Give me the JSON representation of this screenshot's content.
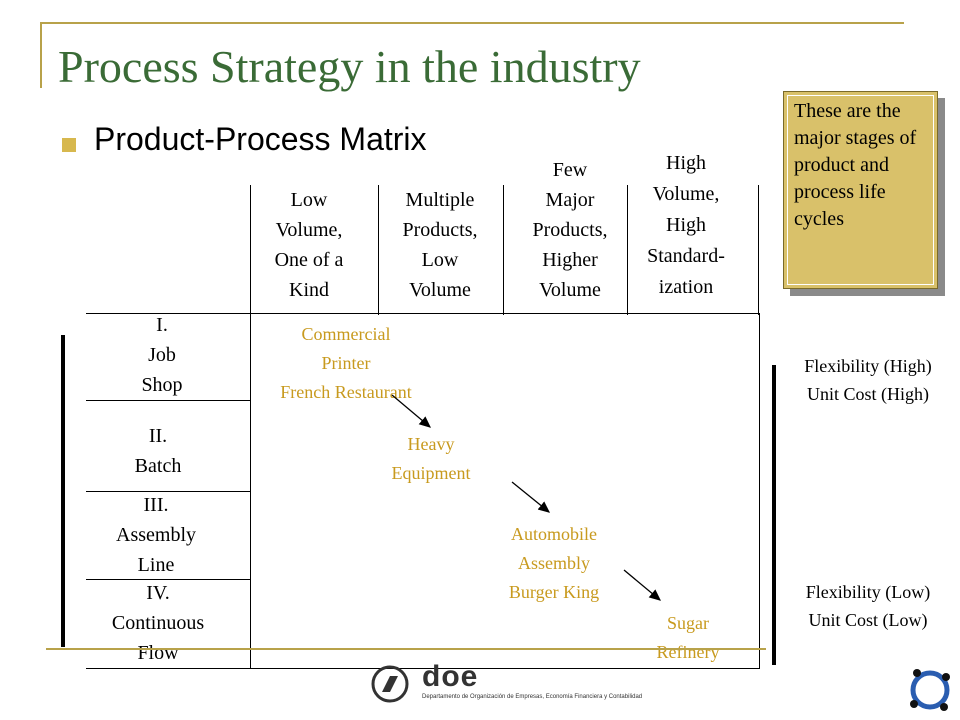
{
  "title": "Process Strategy in the industry",
  "subtitle": "Product-Process Matrix",
  "columns": [
    {
      "lines": [
        "Low",
        "Volume,",
        "One of a",
        "Kind"
      ]
    },
    {
      "lines": [
        "Multiple",
        "Products,",
        "Low",
        "Volume"
      ]
    },
    {
      "lines": [
        "Few",
        "Major",
        "Products,",
        "Higher",
        "Volume"
      ]
    },
    {
      "lines": [
        "High",
        "Volume,",
        "High",
        "Standard-",
        "ization"
      ]
    }
  ],
  "rows": [
    {
      "lines": [
        "I.",
        "Job",
        "Shop"
      ]
    },
    {
      "lines": [
        "II.",
        "Batch"
      ]
    },
    {
      "lines": [
        "III.",
        "Assembly",
        "Line"
      ]
    },
    {
      "lines": [
        "IV.",
        "Continuous",
        "Flow"
      ]
    }
  ],
  "examples": [
    {
      "lines": [
        "Commercial",
        "Printer",
        "French Restaurant"
      ]
    },
    {
      "lines": [
        "Heavy",
        "Equipment"
      ]
    },
    {
      "lines": [
        "Automobile",
        "Assembly",
        "Burger King"
      ]
    },
    {
      "lines": [
        "Sugar",
        "Refinery"
      ]
    }
  ],
  "flex_top": {
    "lines": [
      "Flexibility (High)",
      "Unit Cost (High)"
    ]
  },
  "flex_bottom": {
    "lines": [
      "Flexibility (Low)",
      "Unit Cost (Low)"
    ]
  },
  "callout": "These are the major stages of product and process life cycles",
  "colors": {
    "title": "#3a6b36",
    "accent_line": "#b8a24a",
    "example_text": "#c89a1e",
    "callout_fill": "#d9c16a"
  },
  "footer_logo_text": "doe",
  "footer_logo_caption": "Departamento de Organización de Empresas, Economía Financiera y Contabilidad"
}
